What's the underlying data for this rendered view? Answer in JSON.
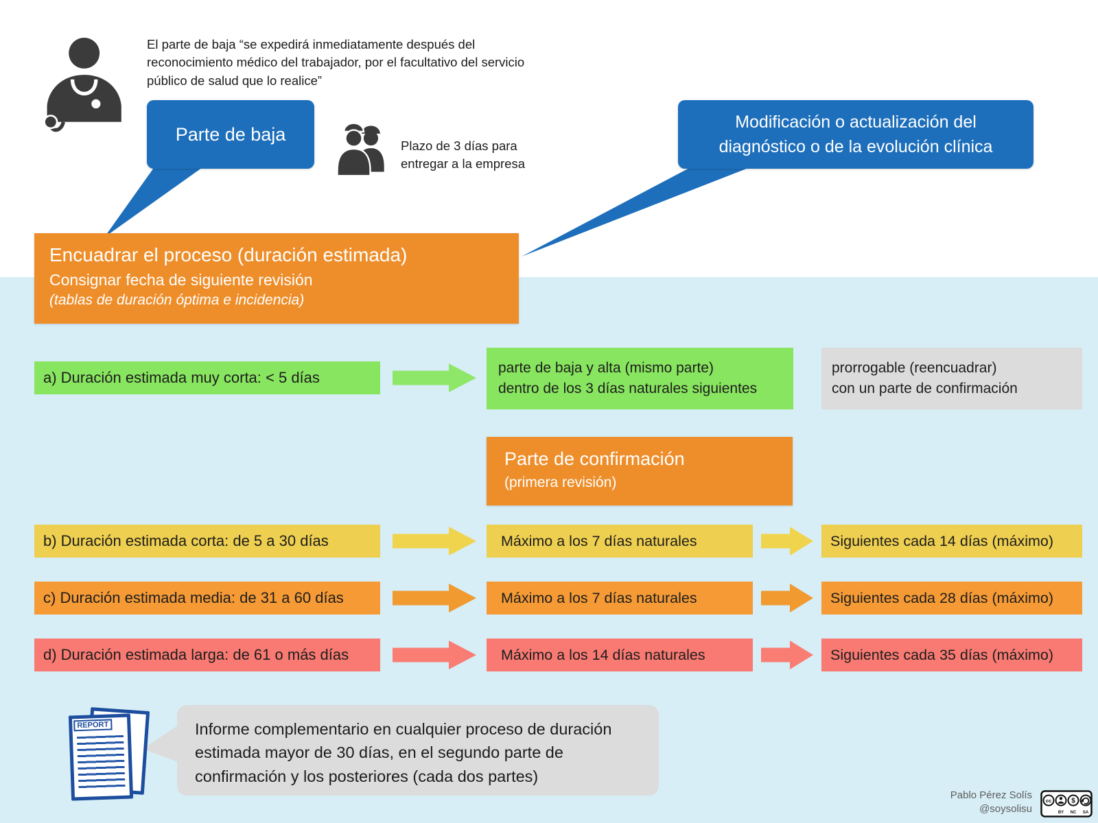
{
  "colors": {
    "background_lower": "#d7eef6",
    "blue_bubble": "#1d6fbb",
    "orange_box": "#ee8e2a",
    "green": "#88e55f",
    "yellow": "#eecf4f",
    "orange_row": "#f59a35",
    "red": "#f87a72",
    "gray": "#dcdcdc",
    "icon_dark": "#3b3b3b",
    "report_blue": "#1d4e9e"
  },
  "header": {
    "quote": "El parte de baja “se expedirá inmediatamente después del reconocimiento médico del trabajador, por el facultativo del servicio público de salud que lo realice”",
    "parte_de_baja_label": "Parte de baja",
    "plazo_text": "Plazo de 3 días para entregar a la empresa",
    "modificacion_label": "Modificación o actualización del diagnóstico o de la evolución clínica"
  },
  "encuadrar": {
    "title": "Encuadrar el proceso (duración estimada)",
    "line2": "Consignar fecha de siguiente revisión",
    "line3": "(tablas de duración óptima e incidencia)"
  },
  "row_a": {
    "label": "a) Duración estimada muy corta: < 5 días",
    "result_line1": "parte de baja y alta (mismo parte)",
    "result_line2": "dentro de los 3 días naturales siguientes",
    "note_line1": "prorrogable (reencuadrar)",
    "note_line2": "con un parte de confirmación"
  },
  "confirmacion": {
    "title": "Parte de confirmación",
    "subtitle": "(primera revisión)"
  },
  "rows": [
    {
      "label": "b) Duración estimada corta: de 5 a 30 días",
      "mid": "Máximo a los 7 días naturales",
      "right": "Siguientes cada 14 días (máximo)"
    },
    {
      "label": "c) Duración estimada media: de 31 a 60 días",
      "mid": "Máximo a los 7 días naturales",
      "right": "Siguientes cada 28 días (máximo)"
    },
    {
      "label": "d) Duración estimada larga: de 61 o más días",
      "mid": "Máximo a los 14 días naturales",
      "right": "Siguientes cada 35 días (máximo)"
    }
  ],
  "informe": {
    "report_label": "REPORT",
    "text": "Informe complementario en cualquier proceso de duración estimada mayor de 30 días, en el segundo parte de confirmación y los posteriores (cada dos partes)"
  },
  "footer": {
    "author": "Pablo Pérez Solís",
    "handle": "@soysolisu",
    "license": {
      "cc": "cc",
      "by": "BY",
      "nc": "NC",
      "sa": "SA"
    }
  }
}
